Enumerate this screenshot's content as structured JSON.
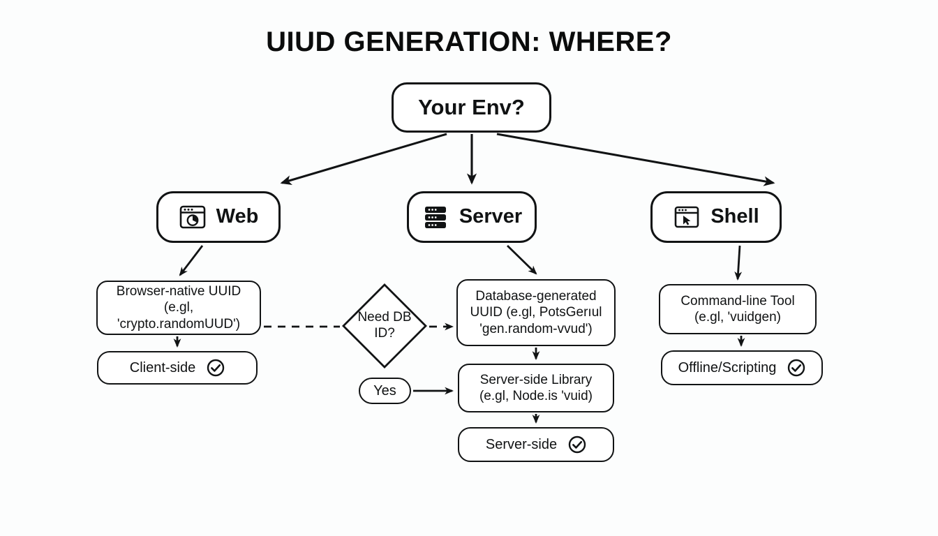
{
  "page": {
    "title": "UIUD GENERATION: WHERE?",
    "background_color": "#fcfdfd",
    "ink_color": "#111314"
  },
  "root": {
    "label": "Your Env?"
  },
  "environments": [
    {
      "id": "web",
      "label": "Web",
      "icon": "browser-clock-icon"
    },
    {
      "id": "server",
      "label": "Server",
      "icon": "server-rack-icon"
    },
    {
      "id": "shell",
      "label": "Shell",
      "icon": "window-cursor-icon"
    }
  ],
  "nodes": {
    "browser": {
      "line1": "Browser-native UUID",
      "line2": "(e.gl, 'crypto.randomUUD')"
    },
    "client_side": {
      "label": "Client-side",
      "icon": "check-circle-icon"
    },
    "decision": {
      "line1": "Need DB",
      "line2": "ID?"
    },
    "yes": {
      "label": "Yes"
    },
    "database": {
      "line1": "Database-generated",
      "line2": "UUID (e.gl, PotsGerıul",
      "line3": "'gen.random-vvud')"
    },
    "server_library": {
      "line1": "Server-side Library",
      "line2": "(e.gl, Node.is 'vuid)"
    },
    "server_side": {
      "label": "Server-side",
      "icon": "check-circle-icon"
    },
    "cli_tool": {
      "line1": "Command-line Tool",
      "line2": "(e.gl, 'vuidgen)"
    },
    "offline": {
      "label": "Offline/Scripting",
      "icon": "check-circle-icon"
    }
  },
  "edges": [
    {
      "from": "root",
      "to": "web",
      "style": "solid"
    },
    {
      "from": "root",
      "to": "server",
      "style": "solid"
    },
    {
      "from": "root",
      "to": "shell",
      "style": "solid"
    },
    {
      "from": "web",
      "to": "browser",
      "style": "solid"
    },
    {
      "from": "browser",
      "to": "client_side",
      "style": "solid"
    },
    {
      "from": "browser",
      "to": "decision",
      "style": "dashed"
    },
    {
      "from": "decision",
      "to": "database",
      "style": "dashed"
    },
    {
      "from": "server",
      "to": "database",
      "style": "solid"
    },
    {
      "from": "database",
      "to": "server_library",
      "style": "solid"
    },
    {
      "from": "yes",
      "to": "server_library",
      "style": "solid"
    },
    {
      "from": "server_library",
      "to": "server_side",
      "style": "solid"
    },
    {
      "from": "shell",
      "to": "cli_tool",
      "style": "solid"
    },
    {
      "from": "cli_tool",
      "to": "offline",
      "style": "solid"
    }
  ]
}
